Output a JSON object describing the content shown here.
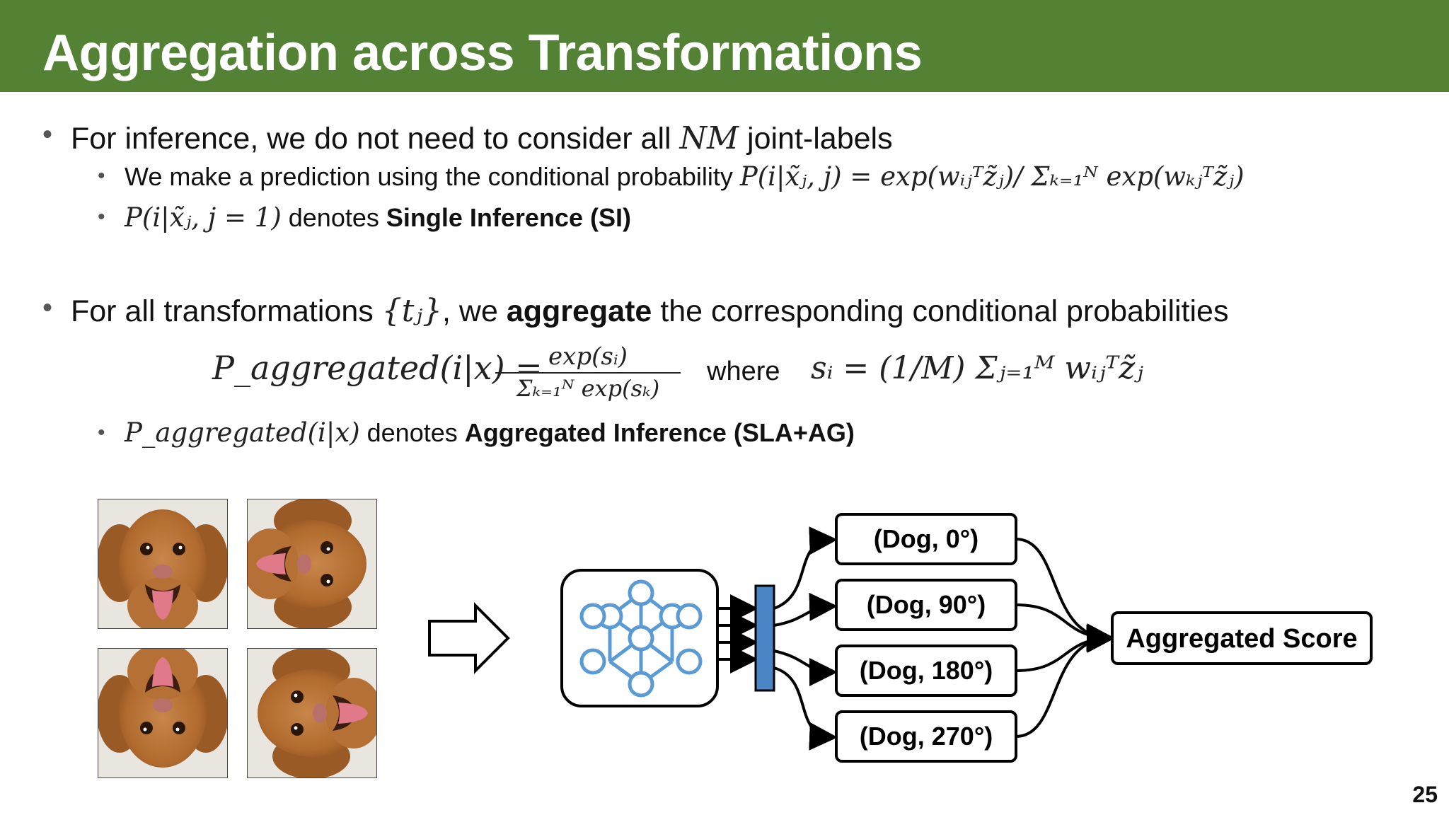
{
  "slide": {
    "title": "Aggregation across Transformations",
    "page_number": "25"
  },
  "bullets": {
    "b1": {
      "text_pre": "For inference, we do not need to consider all ",
      "math": "NM",
      "text_post": " joint-labels"
    },
    "b1_1": {
      "text": "We make a prediction using the conditional probability ",
      "math": "P(i|x̃ⱼ, j) = exp(wᵢⱼᵀz̃ⱼ)/ Σₖ₌₁ᴺ exp(wₖⱼᵀz̃ⱼ)"
    },
    "b1_2": {
      "math": "P(i|x̃ⱼ, j = 1)",
      "text_mid": " denotes ",
      "bold": "Single Inference (SI)"
    },
    "b2": {
      "text_pre": "For all transformations ",
      "math": "{tⱼ}",
      "text_mid": ", we ",
      "bold": "aggregate",
      "text_post": " the corresponding conditional probabilities"
    },
    "formula": {
      "lhs": "P_aggregated(i|x) =",
      "numerator": "exp(sᵢ)",
      "denominator": "Σₖ₌₁ᴺ exp(sₖ)",
      "where": "where",
      "rhs": "sᵢ = (1/M) Σⱼ₌₁ᴹ wᵢⱼᵀz̃ⱼ"
    },
    "b2_1": {
      "math": "P_aggregated(i|x)",
      "text_mid": " denotes ",
      "bold": "Aggregated Inference (SLA+AG)"
    }
  },
  "diagram": {
    "outputs": [
      "(Dog, 0°)",
      "(Dog, 90°)",
      "(Dog, 180°)",
      "(Dog, 270°)"
    ],
    "aggregated_label": "Aggregated Score",
    "image_rotations": [
      0,
      90,
      180,
      270
    ]
  },
  "colors": {
    "header_green": "#548235",
    "network_blue": "#5B9BD5",
    "bar_blue": "#4A86C5"
  }
}
